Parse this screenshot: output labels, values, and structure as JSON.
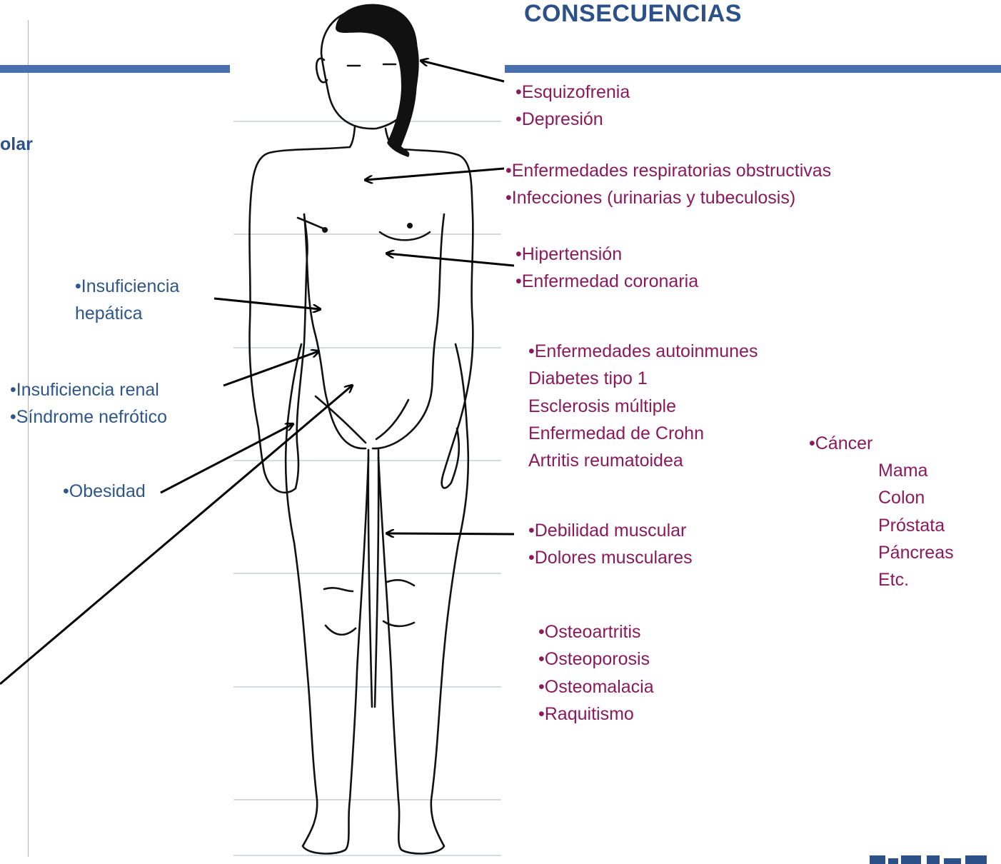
{
  "header": {
    "title": "CONSECUENCIAS",
    "cut_label": "olar",
    "bar_color": "#4a6fb0",
    "title_color": "#2c5189"
  },
  "colors": {
    "consequence_text": "#8a1a5c",
    "organ_text": "#2f5688",
    "arrow": "#000000"
  },
  "right_labels": {
    "mental": [
      "•Esquizofrenia",
      "•Depresión"
    ],
    "respiratory": [
      "•Enfermedades respiratorias obstructivas",
      "•Infecciones  (urinarias y tubeculosis)"
    ],
    "cardio": [
      "•Hipertensión",
      "•Enfermedad coronaria"
    ],
    "autoimmune": [
      "•Enfermedades autoinmunes",
      "Diabetes tipo 1",
      "Esclerosis múltiple",
      "Enfermedad de Crohn",
      "Artritis reumatoidea"
    ],
    "cancer": {
      "title": "•Cáncer",
      "items": [
        "Mama",
        "Colon",
        "Próstata",
        "Páncreas",
        "Etc."
      ]
    },
    "muscle": [
      "•Debilidad muscular",
      "•Dolores musculares"
    ],
    "bone": [
      "•Osteoartritis",
      "•Osteoporosis",
      "•Osteomalacia",
      "•Raquitismo"
    ]
  },
  "left_labels": {
    "liver": [
      "•Insuficiencia",
      "hepática"
    ],
    "kidney": [
      "•Insuficiencia  renal",
      "•Síndrome nefrótico"
    ],
    "obesity": [
      "•Obesidad"
    ]
  },
  "figure": {
    "icon": "human-body-outline-icon"
  }
}
